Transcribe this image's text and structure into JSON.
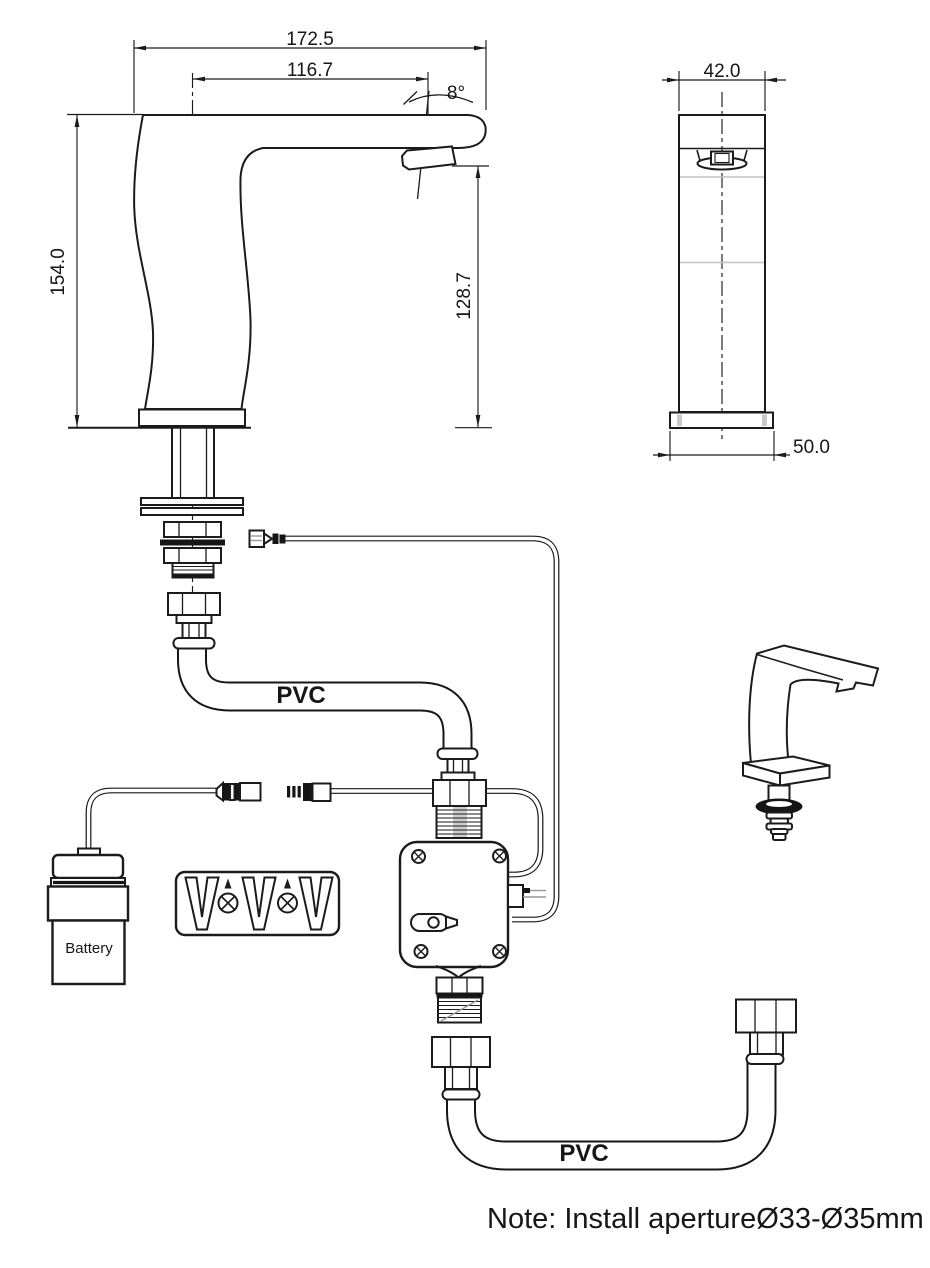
{
  "page": {
    "background": "#ffffff",
    "line_color": "#1b1b1b"
  },
  "side_view": {
    "dim_total_length": "172.5",
    "dim_spout_reach": "116.7",
    "dim_spout_angle": "8°",
    "dim_total_height": "154.0",
    "dim_outlet_height": "128.7"
  },
  "front_view": {
    "dim_body_width": "42.0",
    "dim_base_depth": "50.0"
  },
  "installation": {
    "hose_top_label": "PVC",
    "hose_bottom_label": "PVC",
    "battery_label": "Battery"
  },
  "note": "Note: Install apertureØ33-Ø35mm"
}
